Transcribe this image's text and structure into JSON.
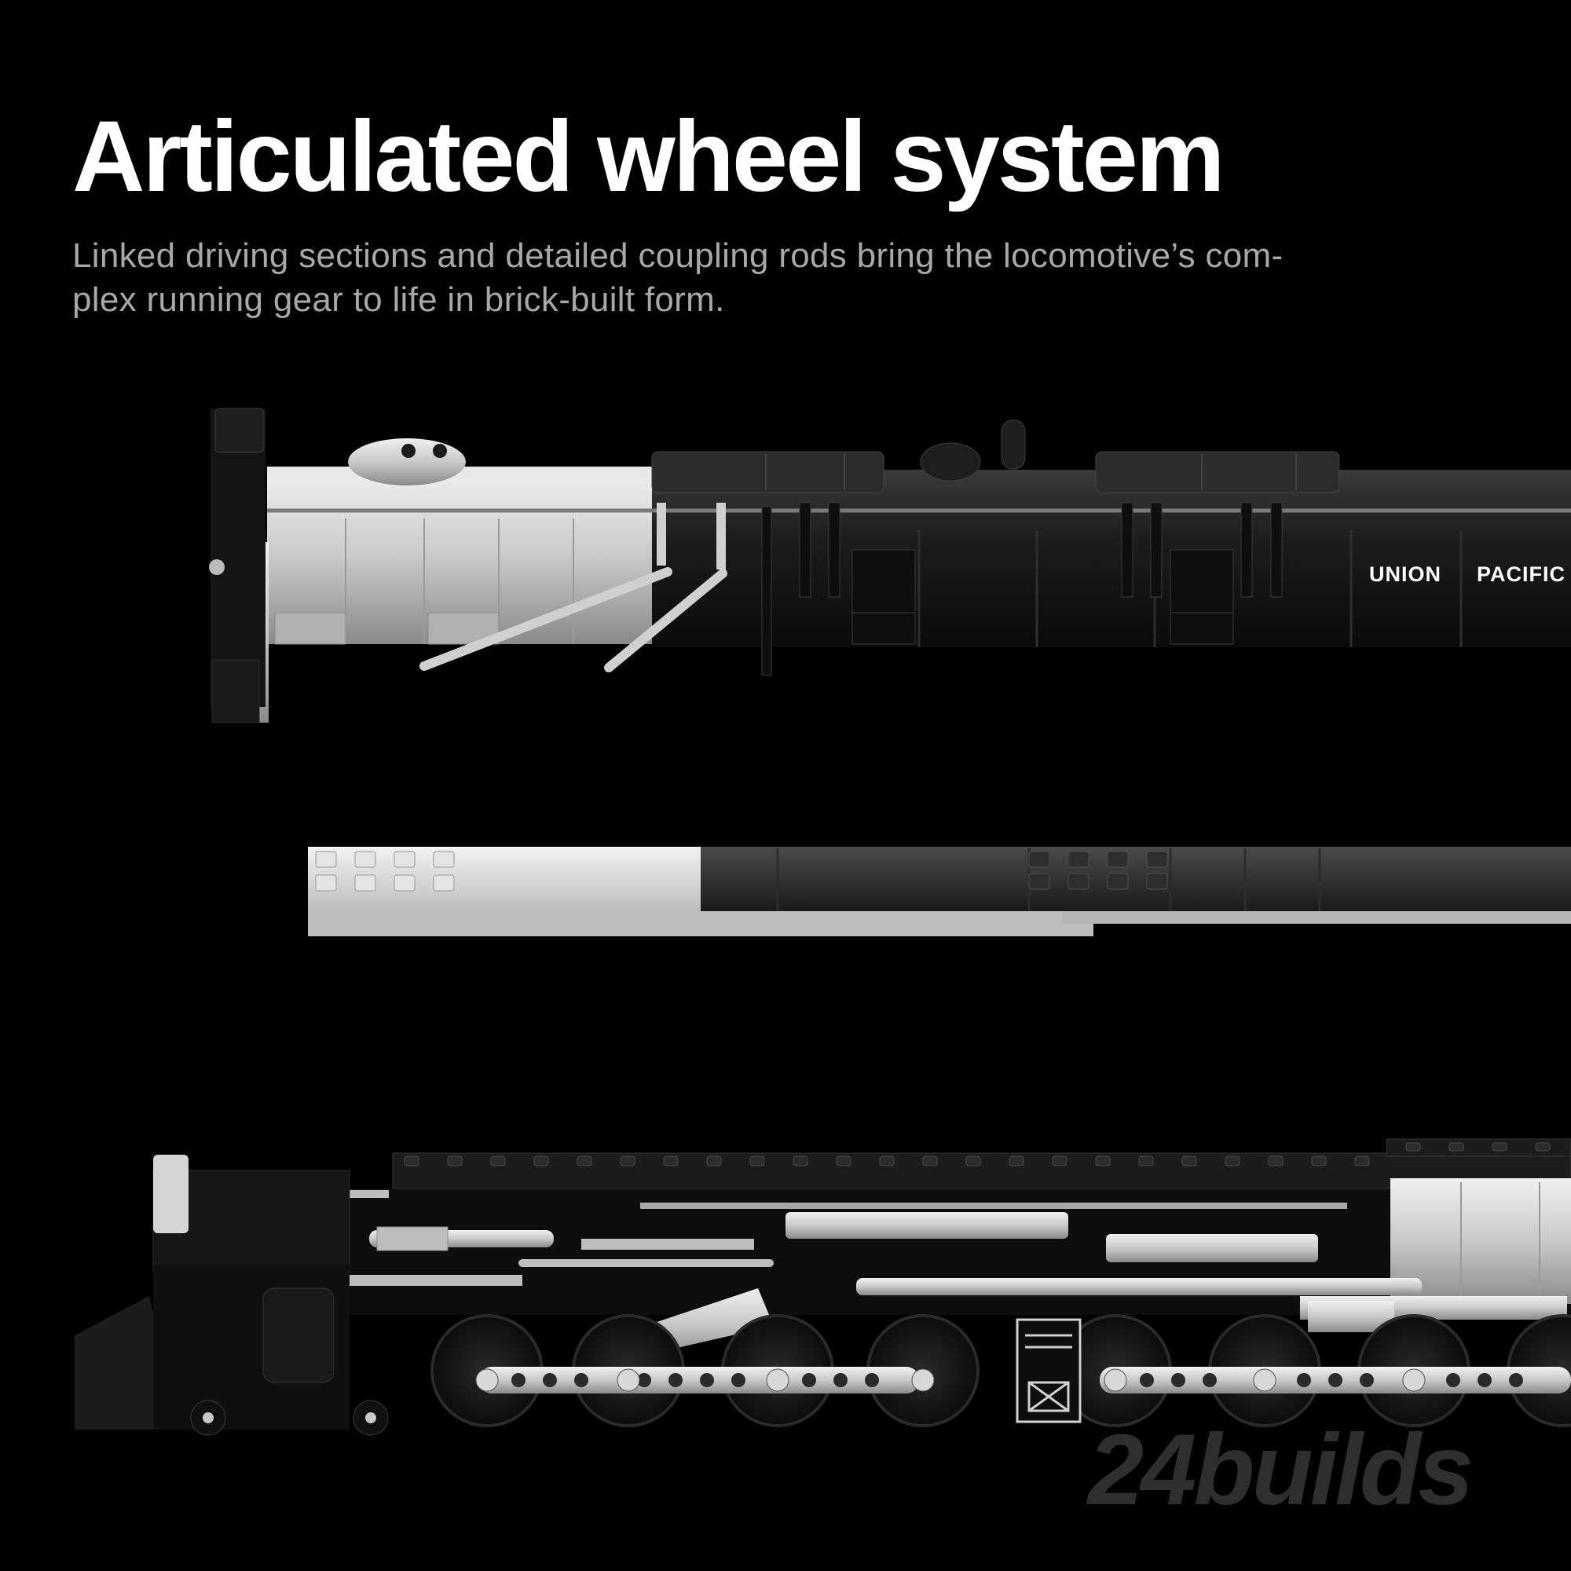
{
  "header": {
    "title": "Articulated wheel system",
    "subtitle": "Linked driving sections and detailed coupling rods bring the locomotive’s com-\nplex running gear to life in brick-built form."
  },
  "top_model": {
    "livery_text_1": "UNION",
    "livery_text_2": "PACIFIC"
  },
  "watermark": {
    "text": "24builds"
  },
  "colors": {
    "background": "#000000",
    "title": "#ffffff",
    "subtitle": "#a8a8a8",
    "brick_black": "#1a1a1a",
    "brick_silver": "#c8c8c8",
    "watermark": "#2e2e2e"
  },
  "icons": [
    "locomotive-boiler-model",
    "plate-assembly-model",
    "locomotive-running-gear-model"
  ]
}
